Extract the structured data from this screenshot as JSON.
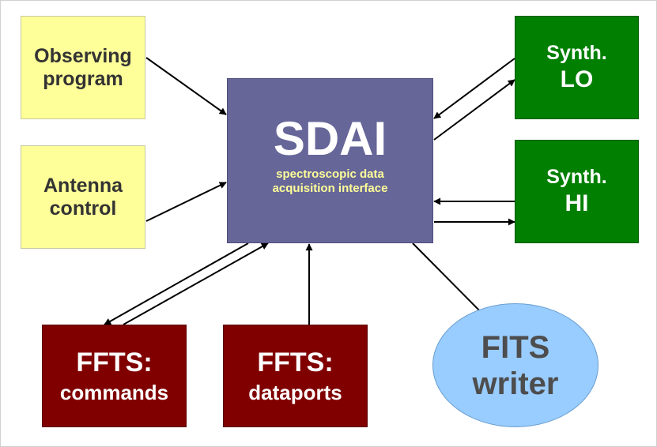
{
  "nodes": {
    "observing_program": {
      "line1": "Observing",
      "line2": "program"
    },
    "antenna_control": {
      "line1": "Antenna",
      "line2": "control"
    },
    "sdai": {
      "title": "SDAI",
      "subtitle_line1": "spectroscopic data",
      "subtitle_line2": "acquisition interface"
    },
    "synth_lo": {
      "line1": "Synth.",
      "line2": "LO"
    },
    "synth_hi": {
      "line1": "Synth.",
      "line2": "HI"
    },
    "ffts_commands": {
      "line1": "FFTS:",
      "line2": "commands"
    },
    "ffts_dataports": {
      "line1": "FFTS:",
      "line2": "dataports"
    },
    "fits_writer": {
      "line1": "FITS",
      "line2": "writer"
    }
  },
  "colors": {
    "input_box": "#ffff99",
    "sdai_box": "#666699",
    "synth_box": "#007f00",
    "ffts_box": "#800000",
    "fits_ellipse": "#99ccff",
    "arrow": "#000000",
    "sdai_subtitle": "#ffff99"
  }
}
